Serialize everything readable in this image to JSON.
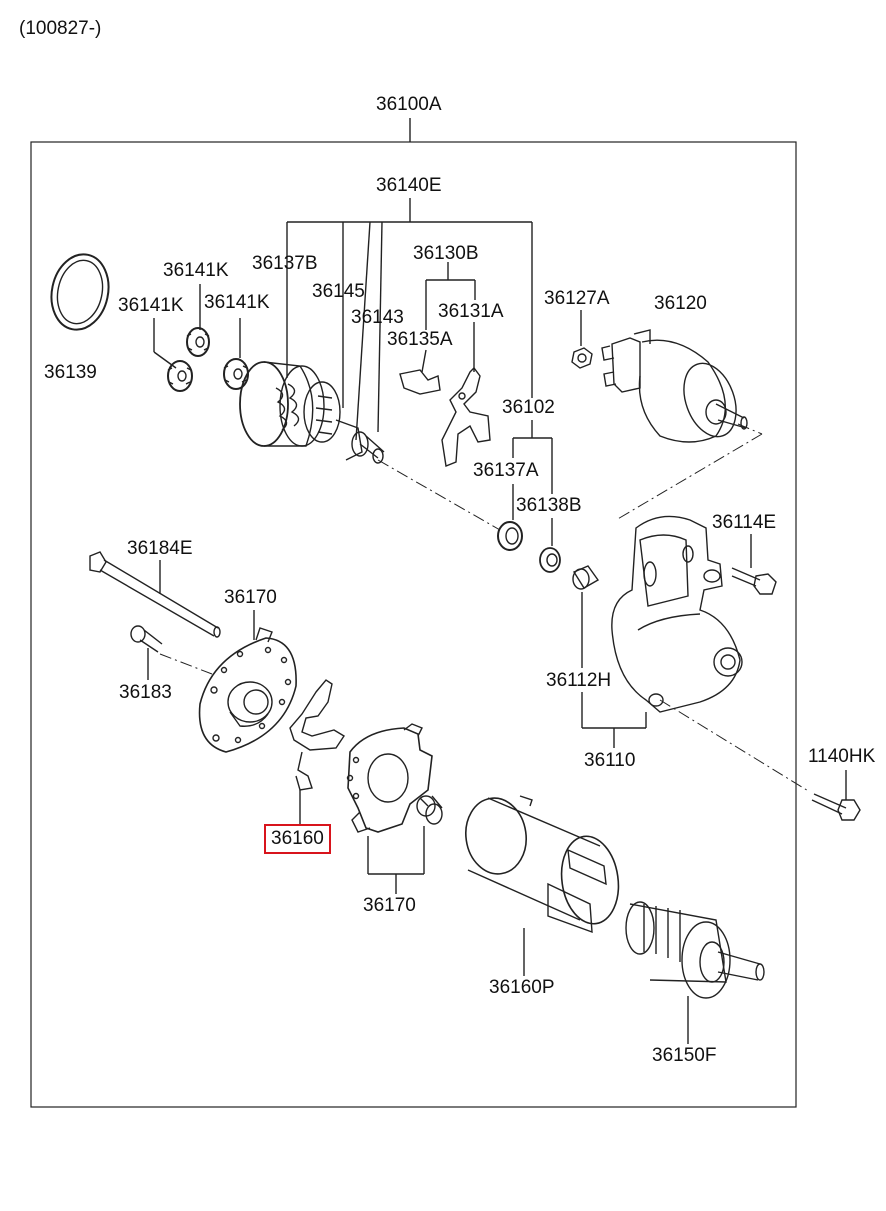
{
  "header": {
    "serial_range": "(100827-)"
  },
  "assembly": {
    "main": "36100A"
  },
  "highlight_color": "#d8141c",
  "highlighted_part": "36160",
  "parts": {
    "p36140E": "36140E",
    "p36137B": "36137B",
    "p36145": "36145",
    "p36143": "36143",
    "p36141K_top": "36141K",
    "p36141K_left": "36141K",
    "p36141K_right": "36141K",
    "p36139": "36139",
    "p36130B": "36130B",
    "p36135A": "36135A",
    "p36131A": "36131A",
    "p36127A": "36127A",
    "p36120": "36120",
    "p36102": "36102",
    "p36137A": "36137A",
    "p36138B": "36138B",
    "p36114E": "36114E",
    "p36184E": "36184E",
    "p36170_top": "36170",
    "p36183": "36183",
    "p36112H": "36112H",
    "p36110": "36110",
    "p1140HK": "1140HK",
    "p36160": "36160",
    "p36170_bottom": "36170",
    "p36160P": "36160P",
    "p36150F": "36150F"
  }
}
